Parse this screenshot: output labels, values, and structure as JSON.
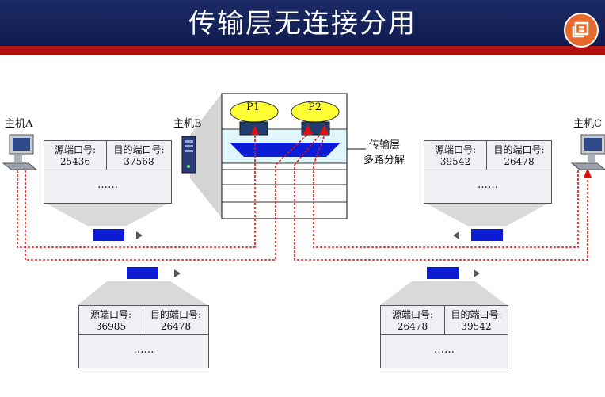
{
  "slide": {
    "title": "传输层无连接分用"
  },
  "hosts": {
    "host_a": "主机A",
    "host_b": "主机B",
    "host_c": "主机C"
  },
  "server": {
    "process_1": "P1",
    "process_2": "P2",
    "annotation_line1": "传输层",
    "annotation_line2": "多路分解"
  },
  "headers": {
    "a_to_b": {
      "src_label": "源端口号:",
      "dst_label": "目的端口号:",
      "src_port": "25436",
      "dst_port": "37568",
      "more": "……"
    },
    "c_to_b": {
      "src_label": "源端口号:",
      "dst_label": "目的端口号:",
      "src_port": "39542",
      "dst_port": "26478",
      "more": "……"
    },
    "b_to_a": {
      "src_label": "源端口号:",
      "dst_label": "目的端口号:",
      "src_port": "36985",
      "dst_port": "26478",
      "more": "……"
    },
    "b_to_c": {
      "src_label": "源端口号:",
      "dst_label": "目的端口号:",
      "src_port": "26478",
      "dst_port": "39542",
      "more": "……"
    }
  },
  "colors": {
    "header_bg": "#16235a",
    "accent_red": "#b01010",
    "segment_blue": "#0b1bd6",
    "path_red": "#e01010",
    "process_yellow": "#ffff33",
    "layer_cyan": "#dff6fb"
  }
}
